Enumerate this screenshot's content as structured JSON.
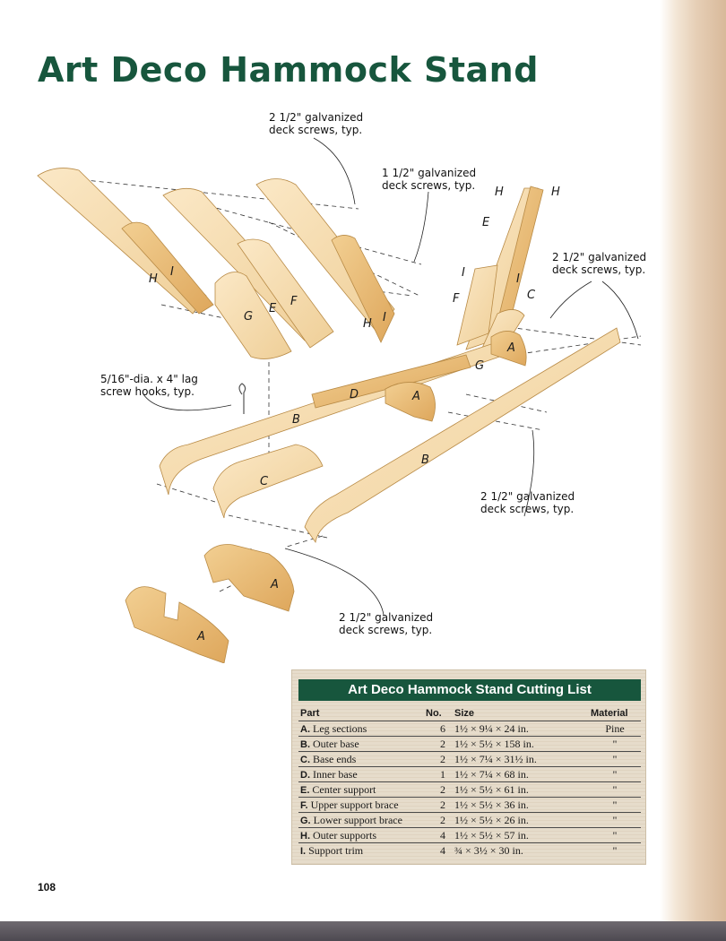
{
  "title": "Art Deco Hammock Stand",
  "callouts": {
    "deck_screws_top": "2 1/2\" galvanized\ndeck screws, typ.",
    "deck_screws_mid": "1 1/2\" galvanized\ndeck screws, typ.",
    "deck_screws_right": "2 1/2\" galvanized\ndeck screws, typ.",
    "lag_screw_hooks": "5/16\"-dia. x 4\" lag\nscrew hooks, typ.",
    "deck_screws_lower_right": "2 1/2\" galvanized\ndeck screws, typ.",
    "deck_screws_bottom": "2 1/2\" galvanized\ndeck screws, typ."
  },
  "part_labels": [
    "A",
    "B",
    "C",
    "D",
    "E",
    "F",
    "G",
    "H",
    "I"
  ],
  "cutting_list": {
    "title": "Art Deco Hammock Stand Cutting List",
    "headers": {
      "part": "Part",
      "no": "No.",
      "size": "Size",
      "material": "Material"
    },
    "rows": [
      {
        "letter": "A.",
        "name": "Leg sections",
        "no": "6",
        "size": "1½ × 9¼ × 24 in.",
        "material": "Pine"
      },
      {
        "letter": "B.",
        "name": "Outer base",
        "no": "2",
        "size": "1½ × 5½ × 158 in.",
        "material": "\""
      },
      {
        "letter": "C.",
        "name": "Base ends",
        "no": "2",
        "size": "1½ × 7¼ × 31½ in.",
        "material": "\""
      },
      {
        "letter": "D.",
        "name": "Inner base",
        "no": "1",
        "size": "1½ × 7¼ × 68 in.",
        "material": "\""
      },
      {
        "letter": "E.",
        "name": "Center support",
        "no": "2",
        "size": "1½ × 5½ × 61 in.",
        "material": "\""
      },
      {
        "letter": "F.",
        "name": "Upper support brace",
        "no": "2",
        "size": "1½ × 5½ × 36 in.",
        "material": "\""
      },
      {
        "letter": "G.",
        "name": "Lower support brace",
        "no": "2",
        "size": "1½ × 5½ × 26 in.",
        "material": "\""
      },
      {
        "letter": "H.",
        "name": "Outer supports",
        "no": "4",
        "size": "1½ × 5½ × 57 in.",
        "material": "\""
      },
      {
        "letter": "I.",
        "name": "Support trim",
        "no": "4",
        "size": "¾ × 3½ × 30 in.",
        "material": "\""
      }
    ]
  },
  "page_number": "108",
  "colors": {
    "title_green": "#17563d",
    "wood_light": "#f6dcb2",
    "wood_edge": "#e9b96f",
    "table_bg": "#e6dccb"
  }
}
